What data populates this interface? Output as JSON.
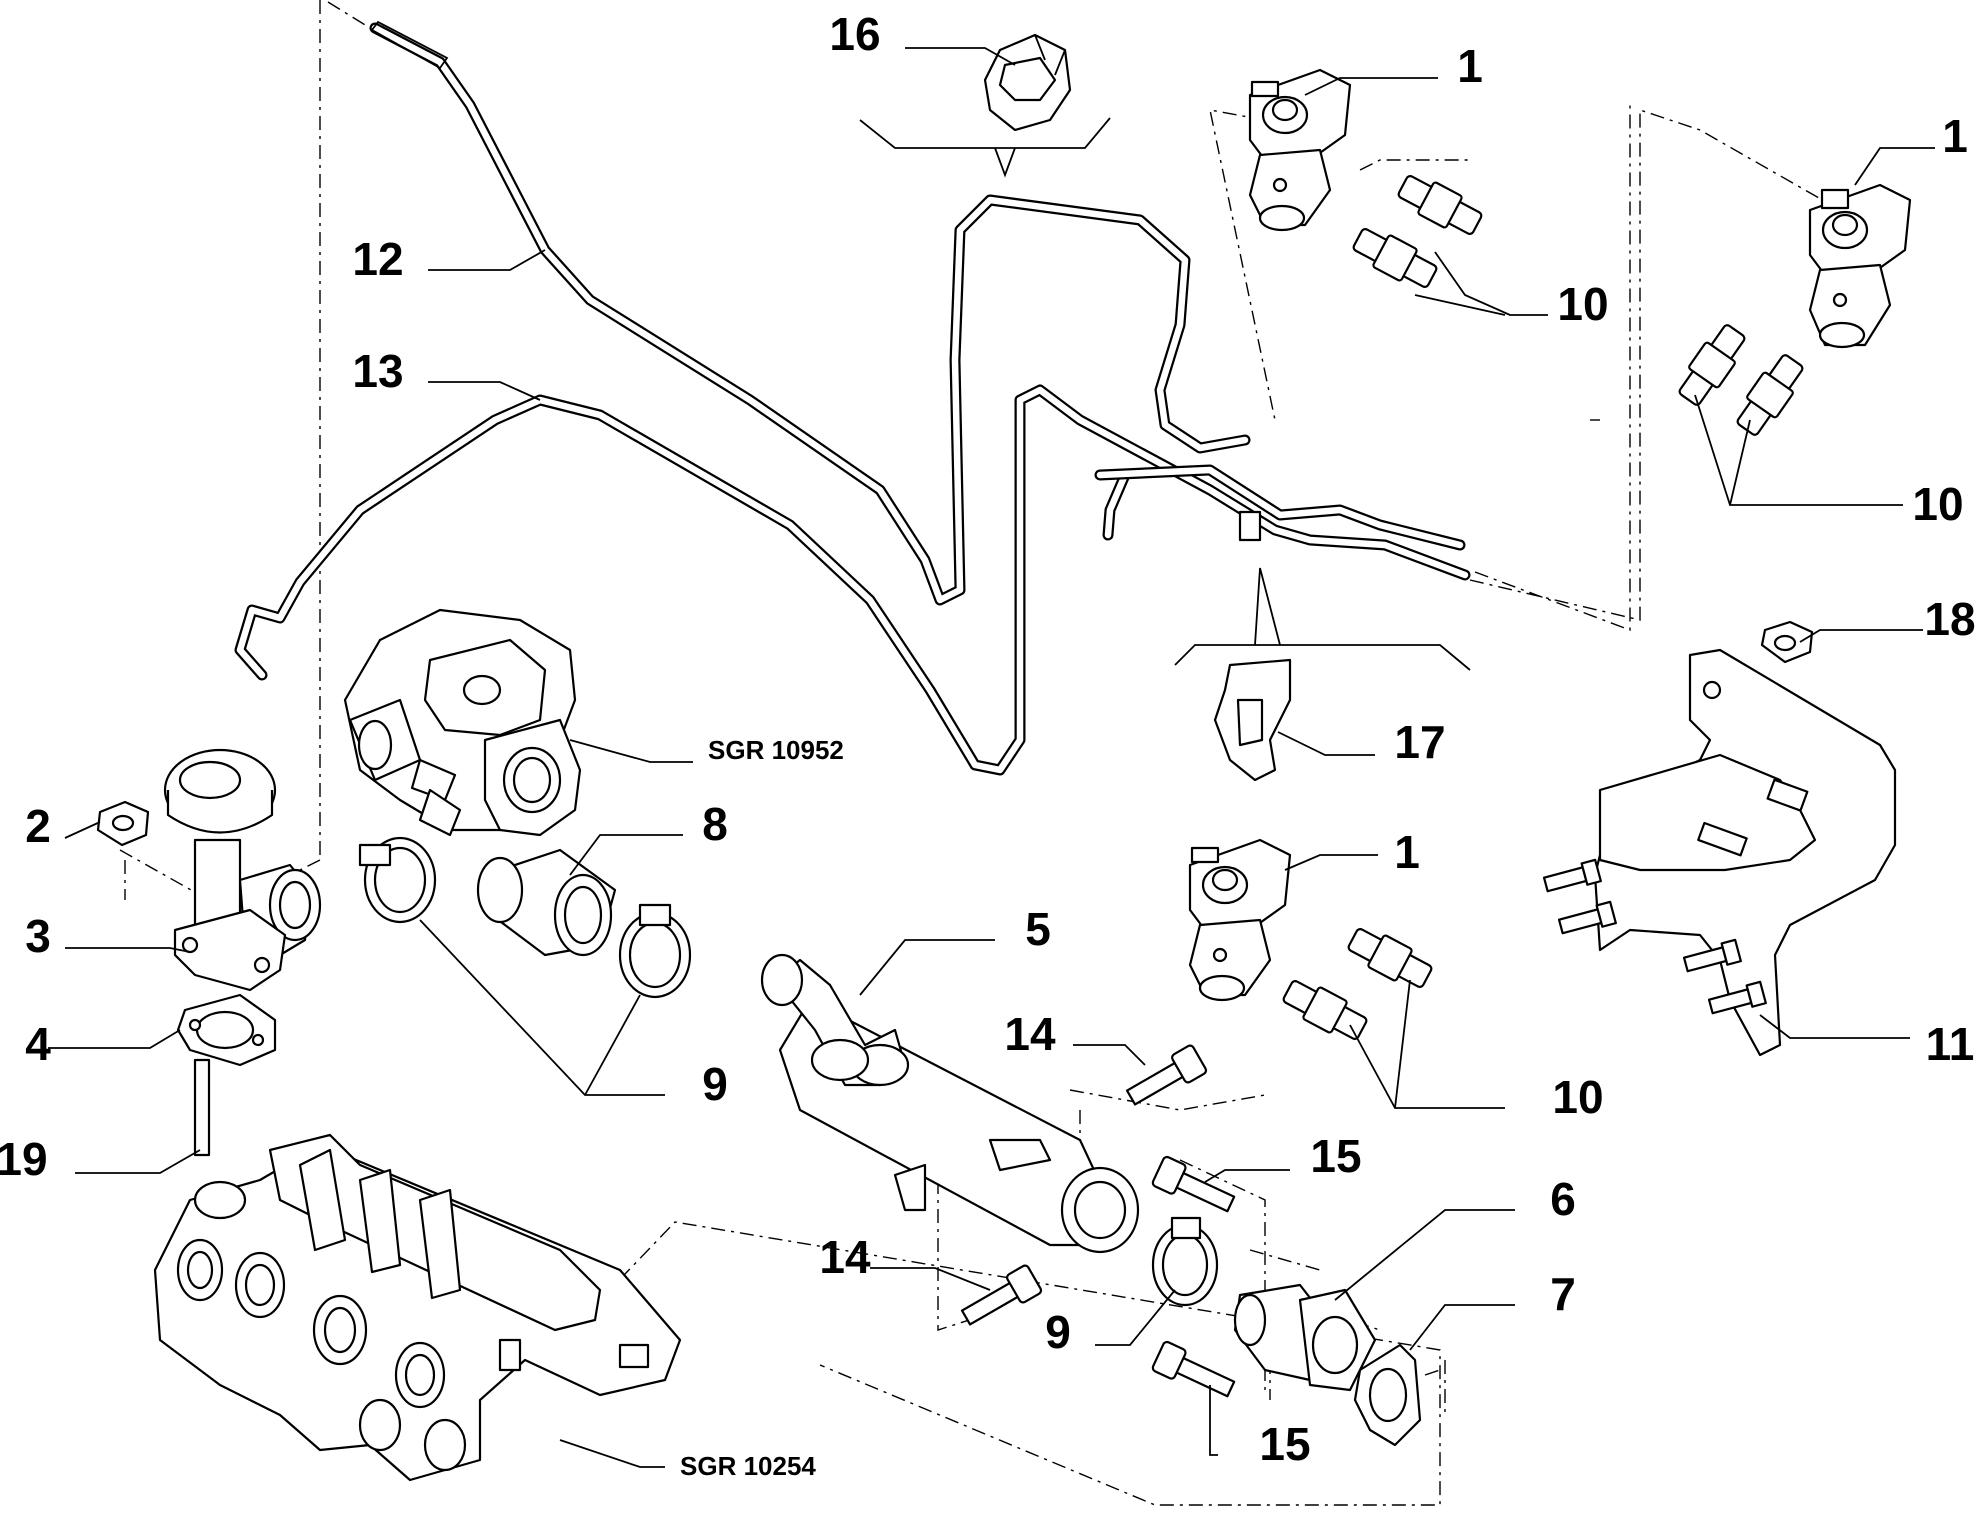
{
  "diagram": {
    "callouts": [
      {
        "id": "c16",
        "label": "16"
      },
      {
        "id": "c1a",
        "label": "1"
      },
      {
        "id": "c1b",
        "label": "1"
      },
      {
        "id": "c12",
        "label": "12"
      },
      {
        "id": "c10a",
        "label": "10"
      },
      {
        "id": "c13",
        "label": "13"
      },
      {
        "id": "c10b",
        "label": "10"
      },
      {
        "id": "c18",
        "label": "18"
      },
      {
        "id": "c17",
        "label": "17"
      },
      {
        "id": "c2",
        "label": "2"
      },
      {
        "id": "c8",
        "label": "8"
      },
      {
        "id": "c1c",
        "label": "1"
      },
      {
        "id": "c3",
        "label": "3"
      },
      {
        "id": "c5",
        "label": "5"
      },
      {
        "id": "c4",
        "label": "4"
      },
      {
        "id": "c9a",
        "label": "9"
      },
      {
        "id": "c14a",
        "label": "14"
      },
      {
        "id": "c10c",
        "label": "10"
      },
      {
        "id": "c11",
        "label": "11"
      },
      {
        "id": "c19",
        "label": "19"
      },
      {
        "id": "c15a",
        "label": "15"
      },
      {
        "id": "c6",
        "label": "6"
      },
      {
        "id": "c14b",
        "label": "14"
      },
      {
        "id": "c7",
        "label": "7"
      },
      {
        "id": "c9b",
        "label": "9"
      },
      {
        "id": "c15b",
        "label": "15"
      }
    ],
    "references": [
      {
        "id": "ref-throttle",
        "label": "SGR 10952"
      },
      {
        "id": "ref-manifold",
        "label": "SGR 10254"
      }
    ]
  }
}
